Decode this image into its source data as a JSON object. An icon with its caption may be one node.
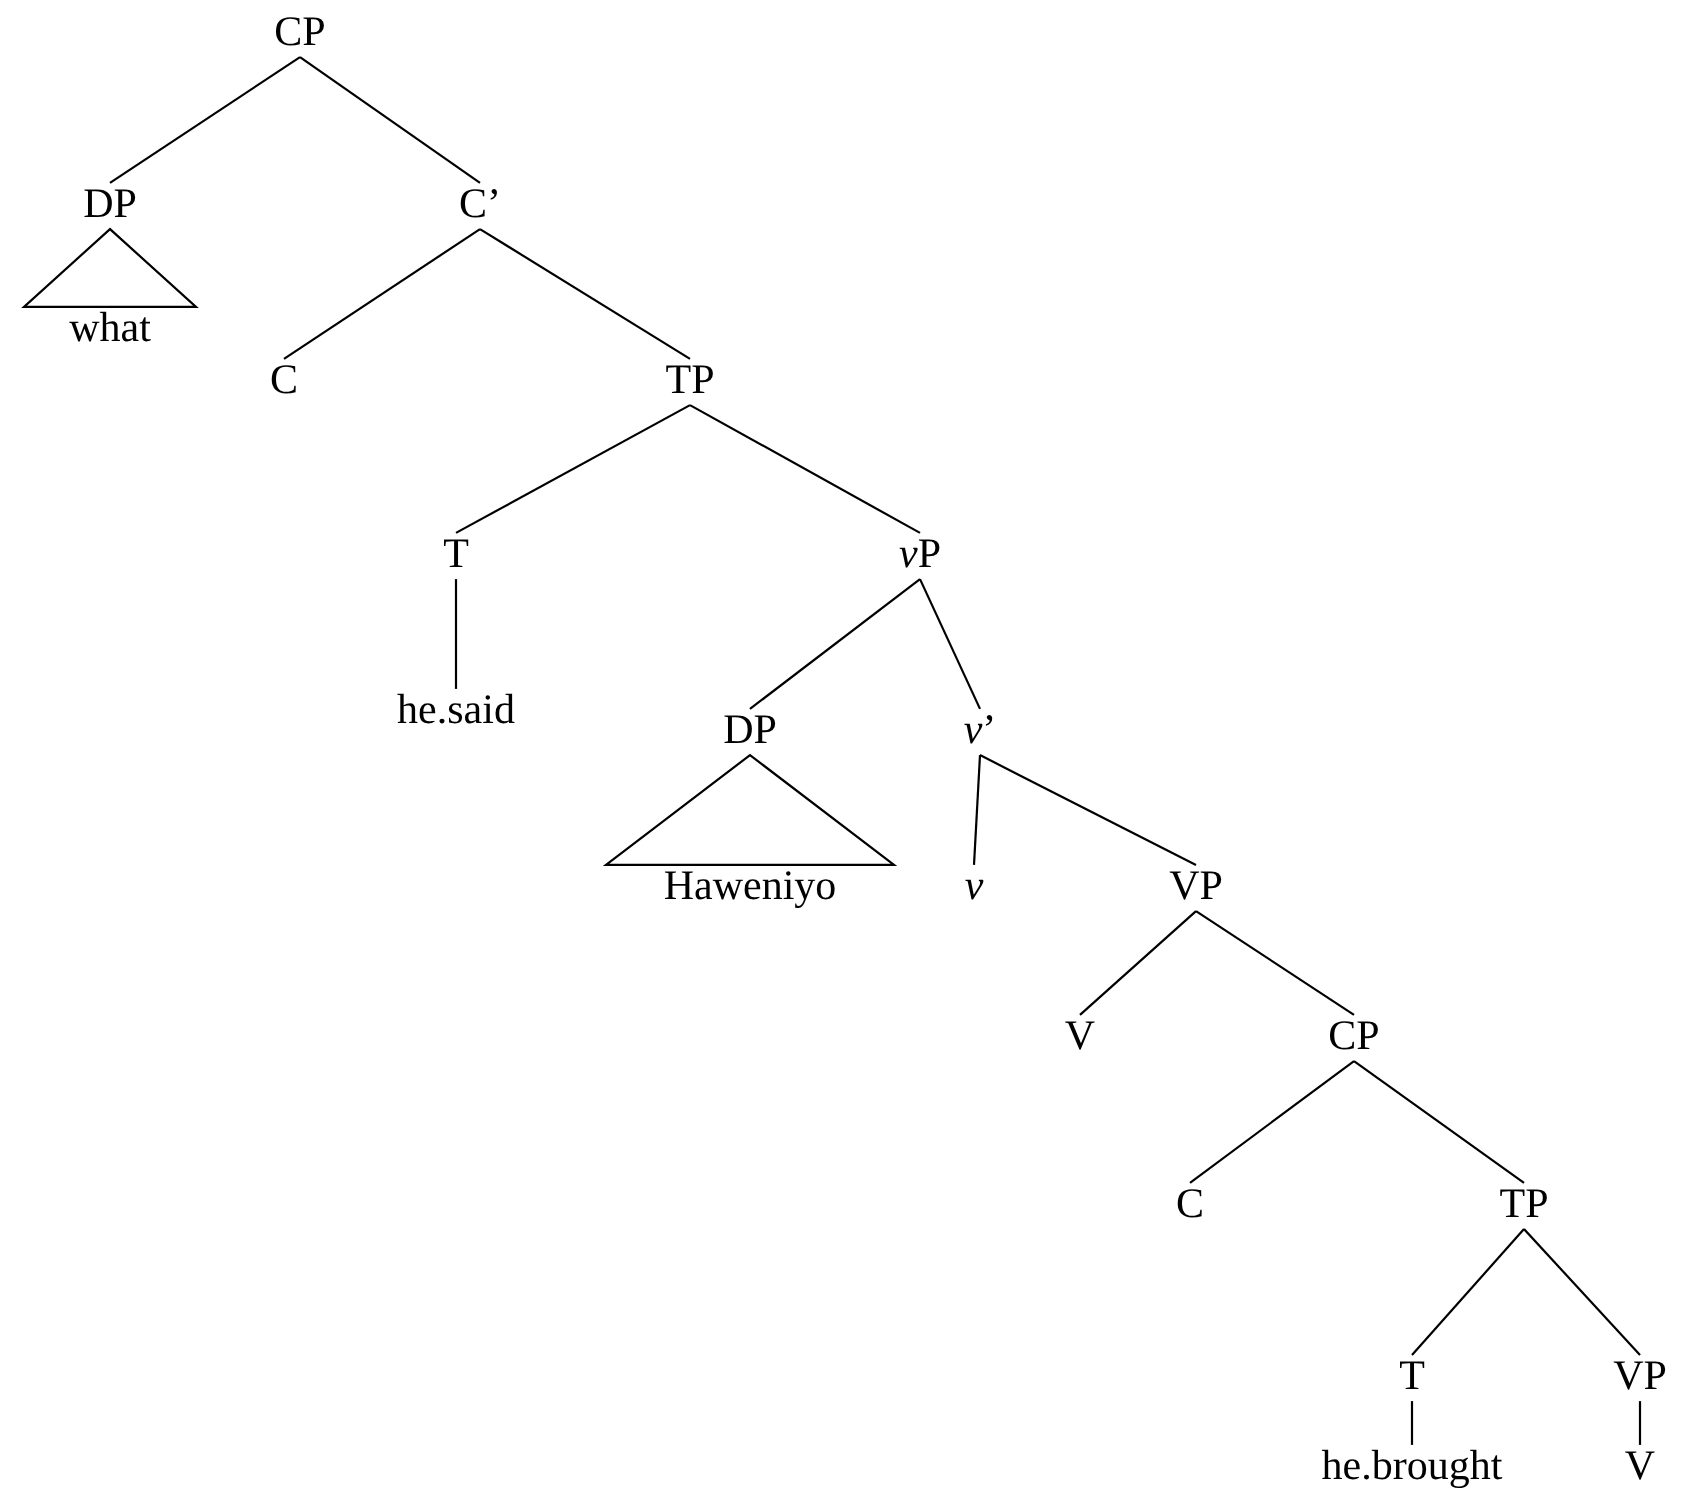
{
  "diagram": {
    "nodes": [
      {
        "text": [
          "CP"
        ]
      },
      {
        "text": [
          "DP"
        ]
      },
      {
        "text": [
          "C’"
        ]
      },
      {
        "text": [
          "what"
        ]
      },
      {
        "text": [
          "C"
        ]
      },
      {
        "text": [
          "TP"
        ]
      },
      {
        "text": [
          "T"
        ]
      },
      {
        "text": [
          "vP"
        ]
      },
      {
        "text": [
          "he.said"
        ]
      },
      {
        "text": [
          "DP"
        ]
      },
      {
        "text": [
          "*v*’"
        ]
      },
      {
        "text": [
          "Haweniyo"
        ]
      },
      {
        "text": [
          "v"
        ]
      },
      {
        "text": [
          "VP"
        ]
      },
      {
        "text": [
          "V"
        ]
      },
      {
        "text": [
          "CP"
        ]
      },
      {
        "text": [
          "C"
        ]
      },
      {
        "text": [
          "TP"
        ]
      },
      {
        "text": [
          "T"
        ]
      },
      {
        "text": [
          "VP"
        ]
      },
      {
        "text": [
          "he.brought"
        ]
      },
      {
        "text": [
          "V"
        ]
      }
    ],
    "edges": [
      {
        "from": 0,
        "to": 1,
        "arrow": "none"
      },
      {
        "from": 0,
        "to": 2,
        "arrow": "none"
      },
      {
        "from": 1,
        "to": 3,
        "arrow": "none"
      },
      {
        "from": 2,
        "to": 4,
        "arrow": "none"
      },
      {
        "from": 2,
        "to": 5,
        "arrow": "none"
      },
      {
        "from": 5,
        "to": 6,
        "arrow": "none"
      },
      {
        "from": 5,
        "to": 7,
        "arrow": "none"
      },
      {
        "from": 6,
        "to": 8,
        "arrow": "none"
      },
      {
        "from": 7,
        "to": 9,
        "arrow": "none"
      },
      {
        "from": 7,
        "to": 10,
        "arrow": "none"
      },
      {
        "from": 9,
        "to": 11,
        "arrow": "none"
      },
      {
        "from": 10,
        "to": 12,
        "arrow": "none"
      },
      {
        "from": 10,
        "to": 13,
        "arrow": "none"
      },
      {
        "from": 13,
        "to": 14,
        "arrow": "none"
      },
      {
        "from": 13,
        "to": 15,
        "arrow": "none"
      },
      {
        "from": 15,
        "to": 16,
        "arrow": "none"
      },
      {
        "from": 15,
        "to": 17,
        "arrow": "none"
      },
      {
        "from": 17,
        "to": 18,
        "arrow": "none"
      },
      {
        "from": 17,
        "to": 19,
        "arrow": "none"
      },
      {
        "from": 18,
        "to": 20,
        "arrow": "none"
      },
      {
        "from": 19,
        "to": 21,
        "arrow": "none"
      }
    ]
  }
}
